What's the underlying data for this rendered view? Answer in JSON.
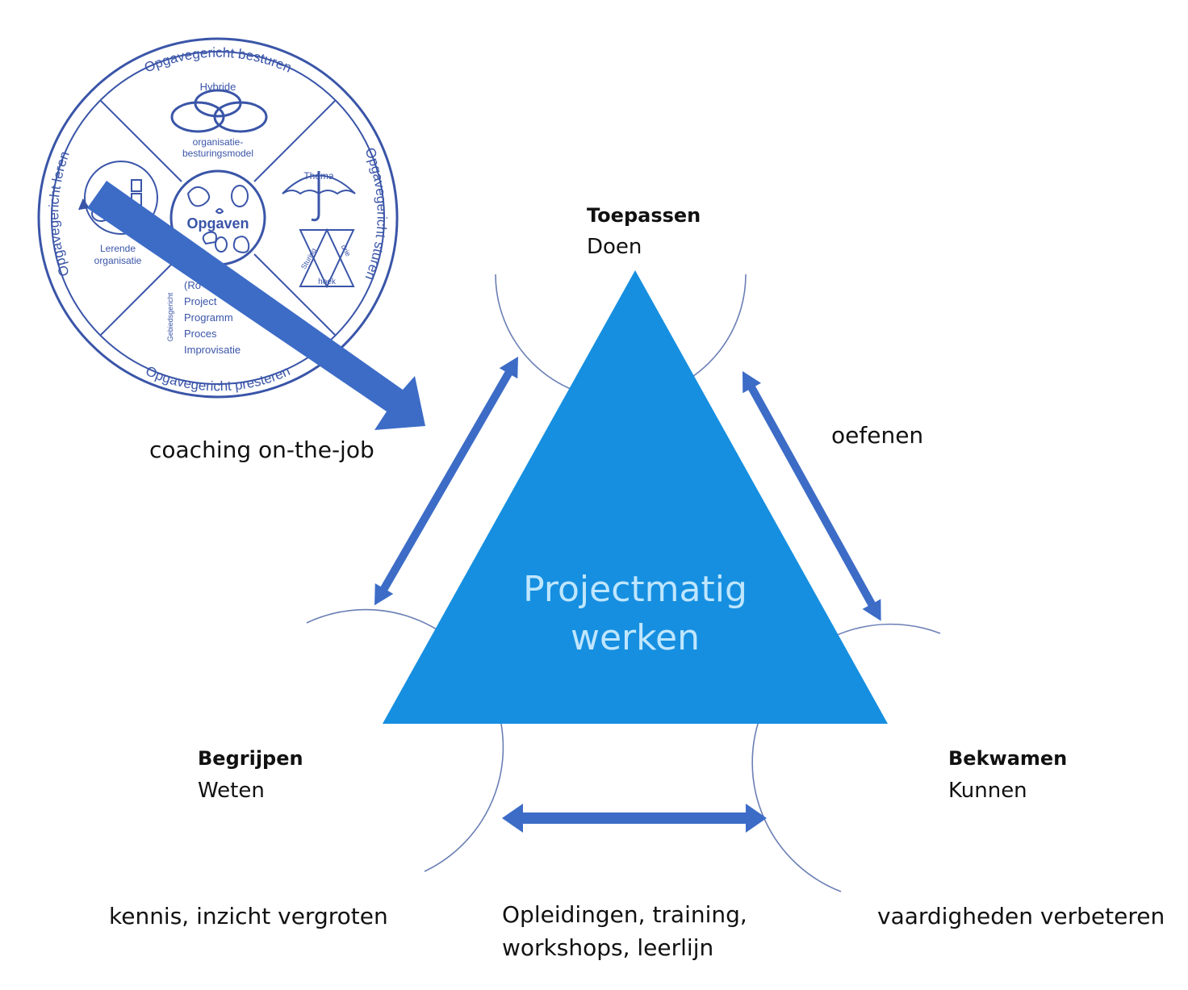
{
  "wheel": {
    "segments": {
      "top": "Opgavegericht besturen",
      "right": "Opgavegericht sturen",
      "bottom": "Opgavegericht presteren",
      "left": "Opgavegericht leren"
    },
    "top_sub1": "Hybride",
    "top_sub2": "organisatie-",
    "top_sub3": "besturingsmodel",
    "center": "Opgaven",
    "right_sub_thema": "Thema",
    "right_sub_sturing": "Sturing",
    "right_sub_drie": "drie",
    "right_sub_hoek": "hoek",
    "left_sub1": "Lerende",
    "left_sub2": "organisatie",
    "bottom_list": [
      "(Ro",
      "Project",
      "Programm",
      "Proces",
      "Improvisatie"
    ],
    "bottom_vertical": "Gebiedsgericht"
  },
  "coaching": "coaching on-the-job",
  "center_line1": "Projectmatig",
  "center_line2": "werken",
  "nodes": {
    "top": {
      "title": "Toepassen",
      "sub": "Doen"
    },
    "left": {
      "title": "Begrijpen",
      "sub": "Weten"
    },
    "right": {
      "title": "Bekwamen",
      "sub": "Kunnen"
    }
  },
  "oefenen": "oefenen",
  "kennis": "kennis, inzicht vergroten",
  "opleidingen_line1": "Opleidingen, training,",
  "opleidingen_line2": "workshops, leerlijn",
  "vaardigheden": "vaardigheden verbeteren",
  "colors": {
    "triangle": "#168fe0",
    "arrow": "#3d6cc7",
    "wheel": "#3a55a8",
    "arc": "#6a7fb5"
  }
}
